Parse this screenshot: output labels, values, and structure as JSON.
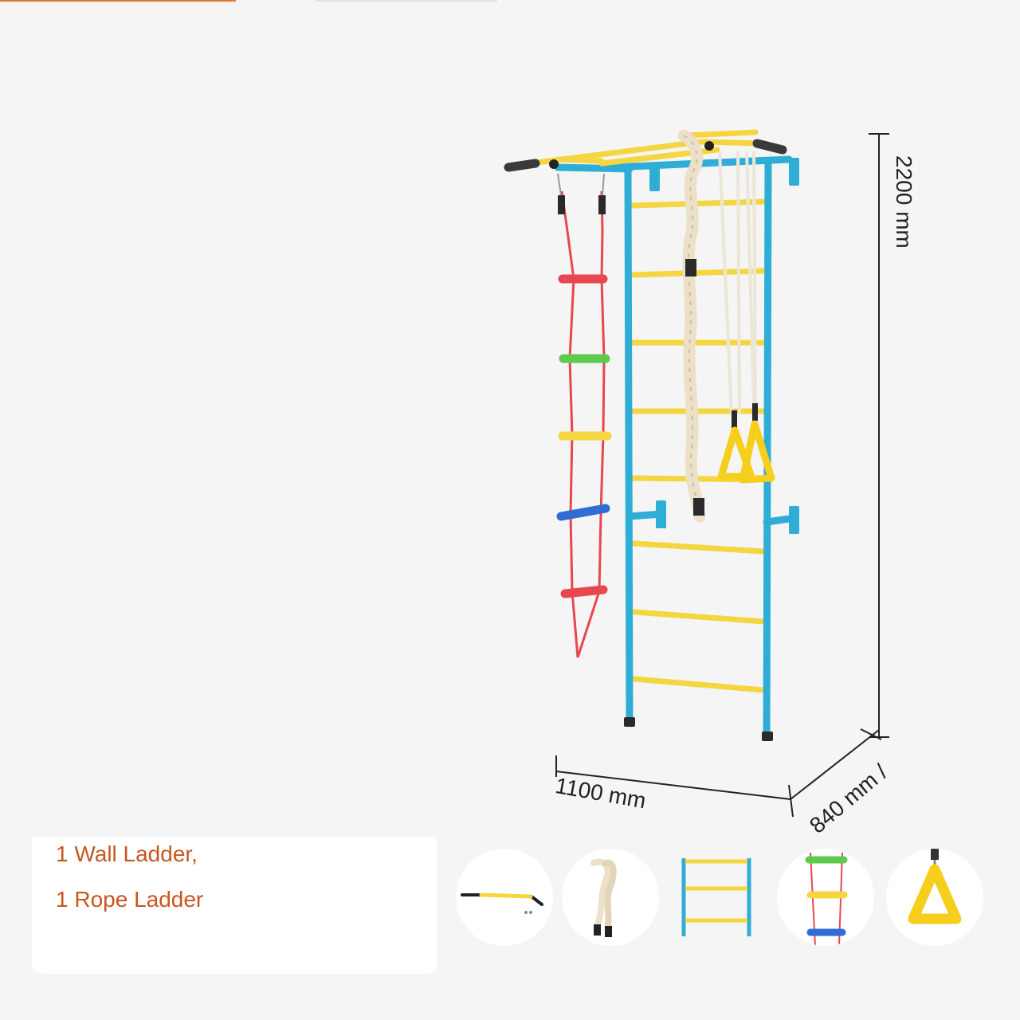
{
  "dimensions": {
    "height": "2200 mm",
    "width": "1100 mm",
    "depth": "840 mm /"
  },
  "contents": [
    "1 Wall Ladder,",
    "1 Rope Ladder"
  ],
  "accessory_icons": [
    "pull-up-bar-icon",
    "climbing-rope-icon",
    "wall-ladder-icon",
    "rope-ladder-icon",
    "gym-ring-icon"
  ],
  "colors": {
    "frame_blue": "#2eaed6",
    "rung_yellow": "#f5d640",
    "accent_orange": "#c8561f",
    "rope_red": "#e8474f",
    "rope_green": "#5ecb4e",
    "rope_blue": "#2f6cd6"
  }
}
